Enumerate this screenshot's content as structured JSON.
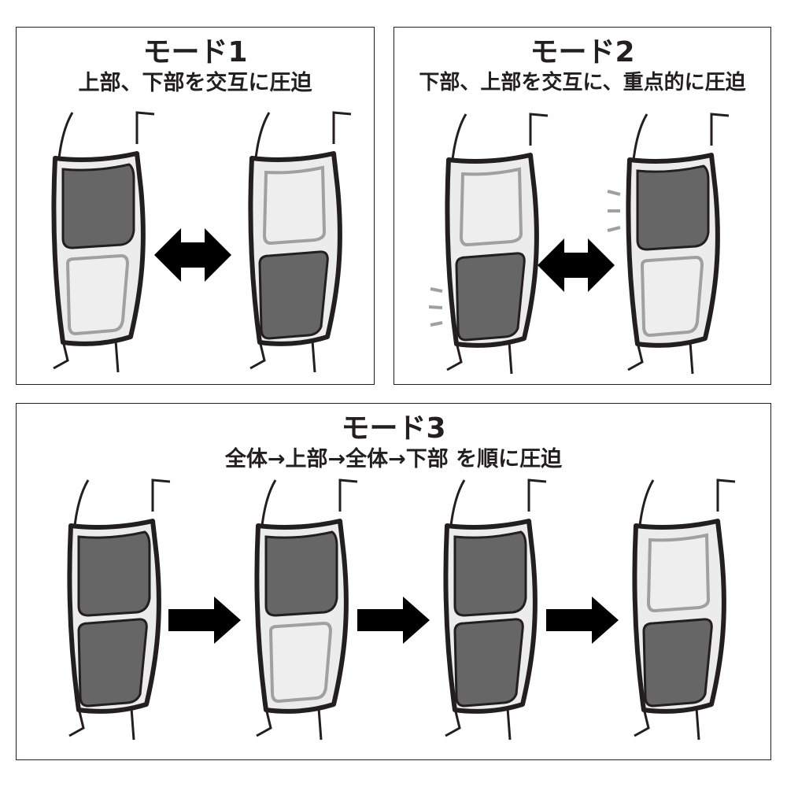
{
  "mode1": {
    "title": "モード1",
    "description": "上部、下部を交互に圧迫"
  },
  "mode2": {
    "title": "モード2",
    "description": "下部、上部を交互に、重点的に圧迫"
  },
  "mode3": {
    "title": "モード3",
    "description": "全体→上部→全体→下部 を順に圧迫"
  },
  "colors": {
    "pressed": "#666666",
    "released": "#eeeeee",
    "released_outline": "#a0a0a0",
    "sleeve_fill": "#ececec",
    "outline": "#231f20",
    "vibration_marks": "#a0a0a0"
  },
  "icons": {
    "double_arrow": "left-right-arrow-icon",
    "arrow": "right-arrow-icon",
    "vibration": "vibration-lines-icon"
  }
}
